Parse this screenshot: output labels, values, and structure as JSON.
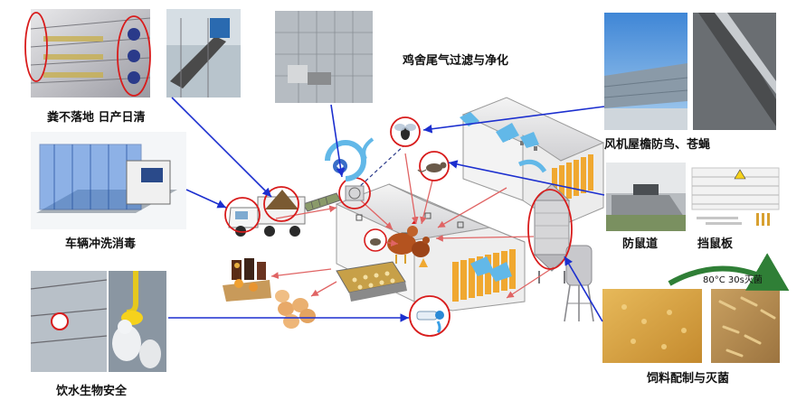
{
  "labels": {
    "manure": "粪不落地 日产日清",
    "vehicle_wash": "车辆冲洗消毒",
    "water": "饮水生物安全",
    "exhaust": "鸡舍尾气过滤与净化",
    "fan_eaves": "风机屋檐防鸟、苍蝇",
    "rat_way": "防鼠道",
    "rat_board": "挡鼠板",
    "feed": "饲料配制与灭菌",
    "sterilize_temp": "80°C  30s灭菌"
  },
  "colors": {
    "connector_blue": "#1c2fcf",
    "flow_red": "#e06464",
    "circle_red": "#d81c1c",
    "ventilation_cyan": "#62b8e8",
    "feed_arrow_green": "#2f7f36",
    "house_orange": "#f0a830"
  },
  "icons": [
    "fly-icon",
    "rat-icon",
    "chicken-icon",
    "egg-icon",
    "water-nipple-icon",
    "cycle-arrow-icon"
  ]
}
